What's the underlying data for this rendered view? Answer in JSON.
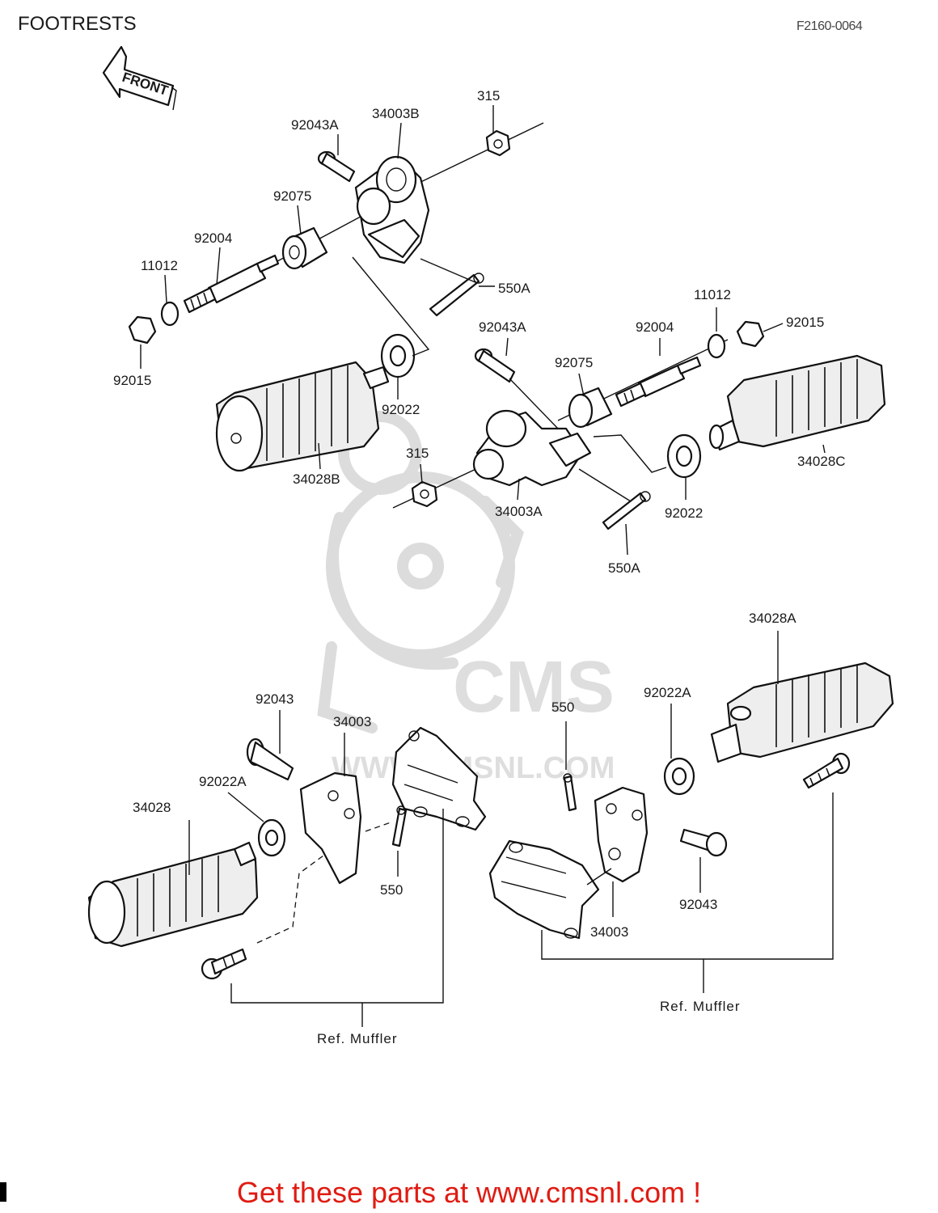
{
  "header": {
    "title": "FOOTRESTS",
    "figure_code": "F2160-0064"
  },
  "diagram": {
    "direction_arrow": "FRONT",
    "watermark": {
      "brand": "CMS",
      "site": "WWW.CMSNL.COM"
    },
    "labels": {
      "p_92043A_top": "92043A",
      "p_34003B": "34003B",
      "p_315_top": "315",
      "p_92075_top": "92075",
      "p_92004_top": "92004",
      "p_11012_top": "11012",
      "p_92015_top": "92015",
      "p_550A_top": "550A",
      "p_92022_top": "92022",
      "p_34028B": "34028B",
      "p_92043A_mid": "92043A",
      "p_92004_mid": "92004",
      "p_11012_mid": "11012",
      "p_92015_mid": "92015",
      "p_92075_mid": "92075",
      "p_315_mid": "315",
      "p_34003A": "34003A",
      "p_92022_mid": "92022",
      "p_34028C": "34028C",
      "p_550A_mid": "550A",
      "p_34028A": "34028A",
      "p_92043_left": "92043",
      "p_34003_left": "34003",
      "p_550_right": "550",
      "p_92022A_right": "92022A",
      "p_92022A_left": "92022A",
      "p_34028": "34028",
      "p_550_left": "550",
      "p_34003_right": "34003",
      "p_92043_right": "92043",
      "ref_muffler_left": "Ref.  Muffler",
      "ref_muffler_right": "Ref.  Muffler"
    }
  },
  "footer": {
    "cta": "Get these parts at www.cmsnl.com !"
  }
}
